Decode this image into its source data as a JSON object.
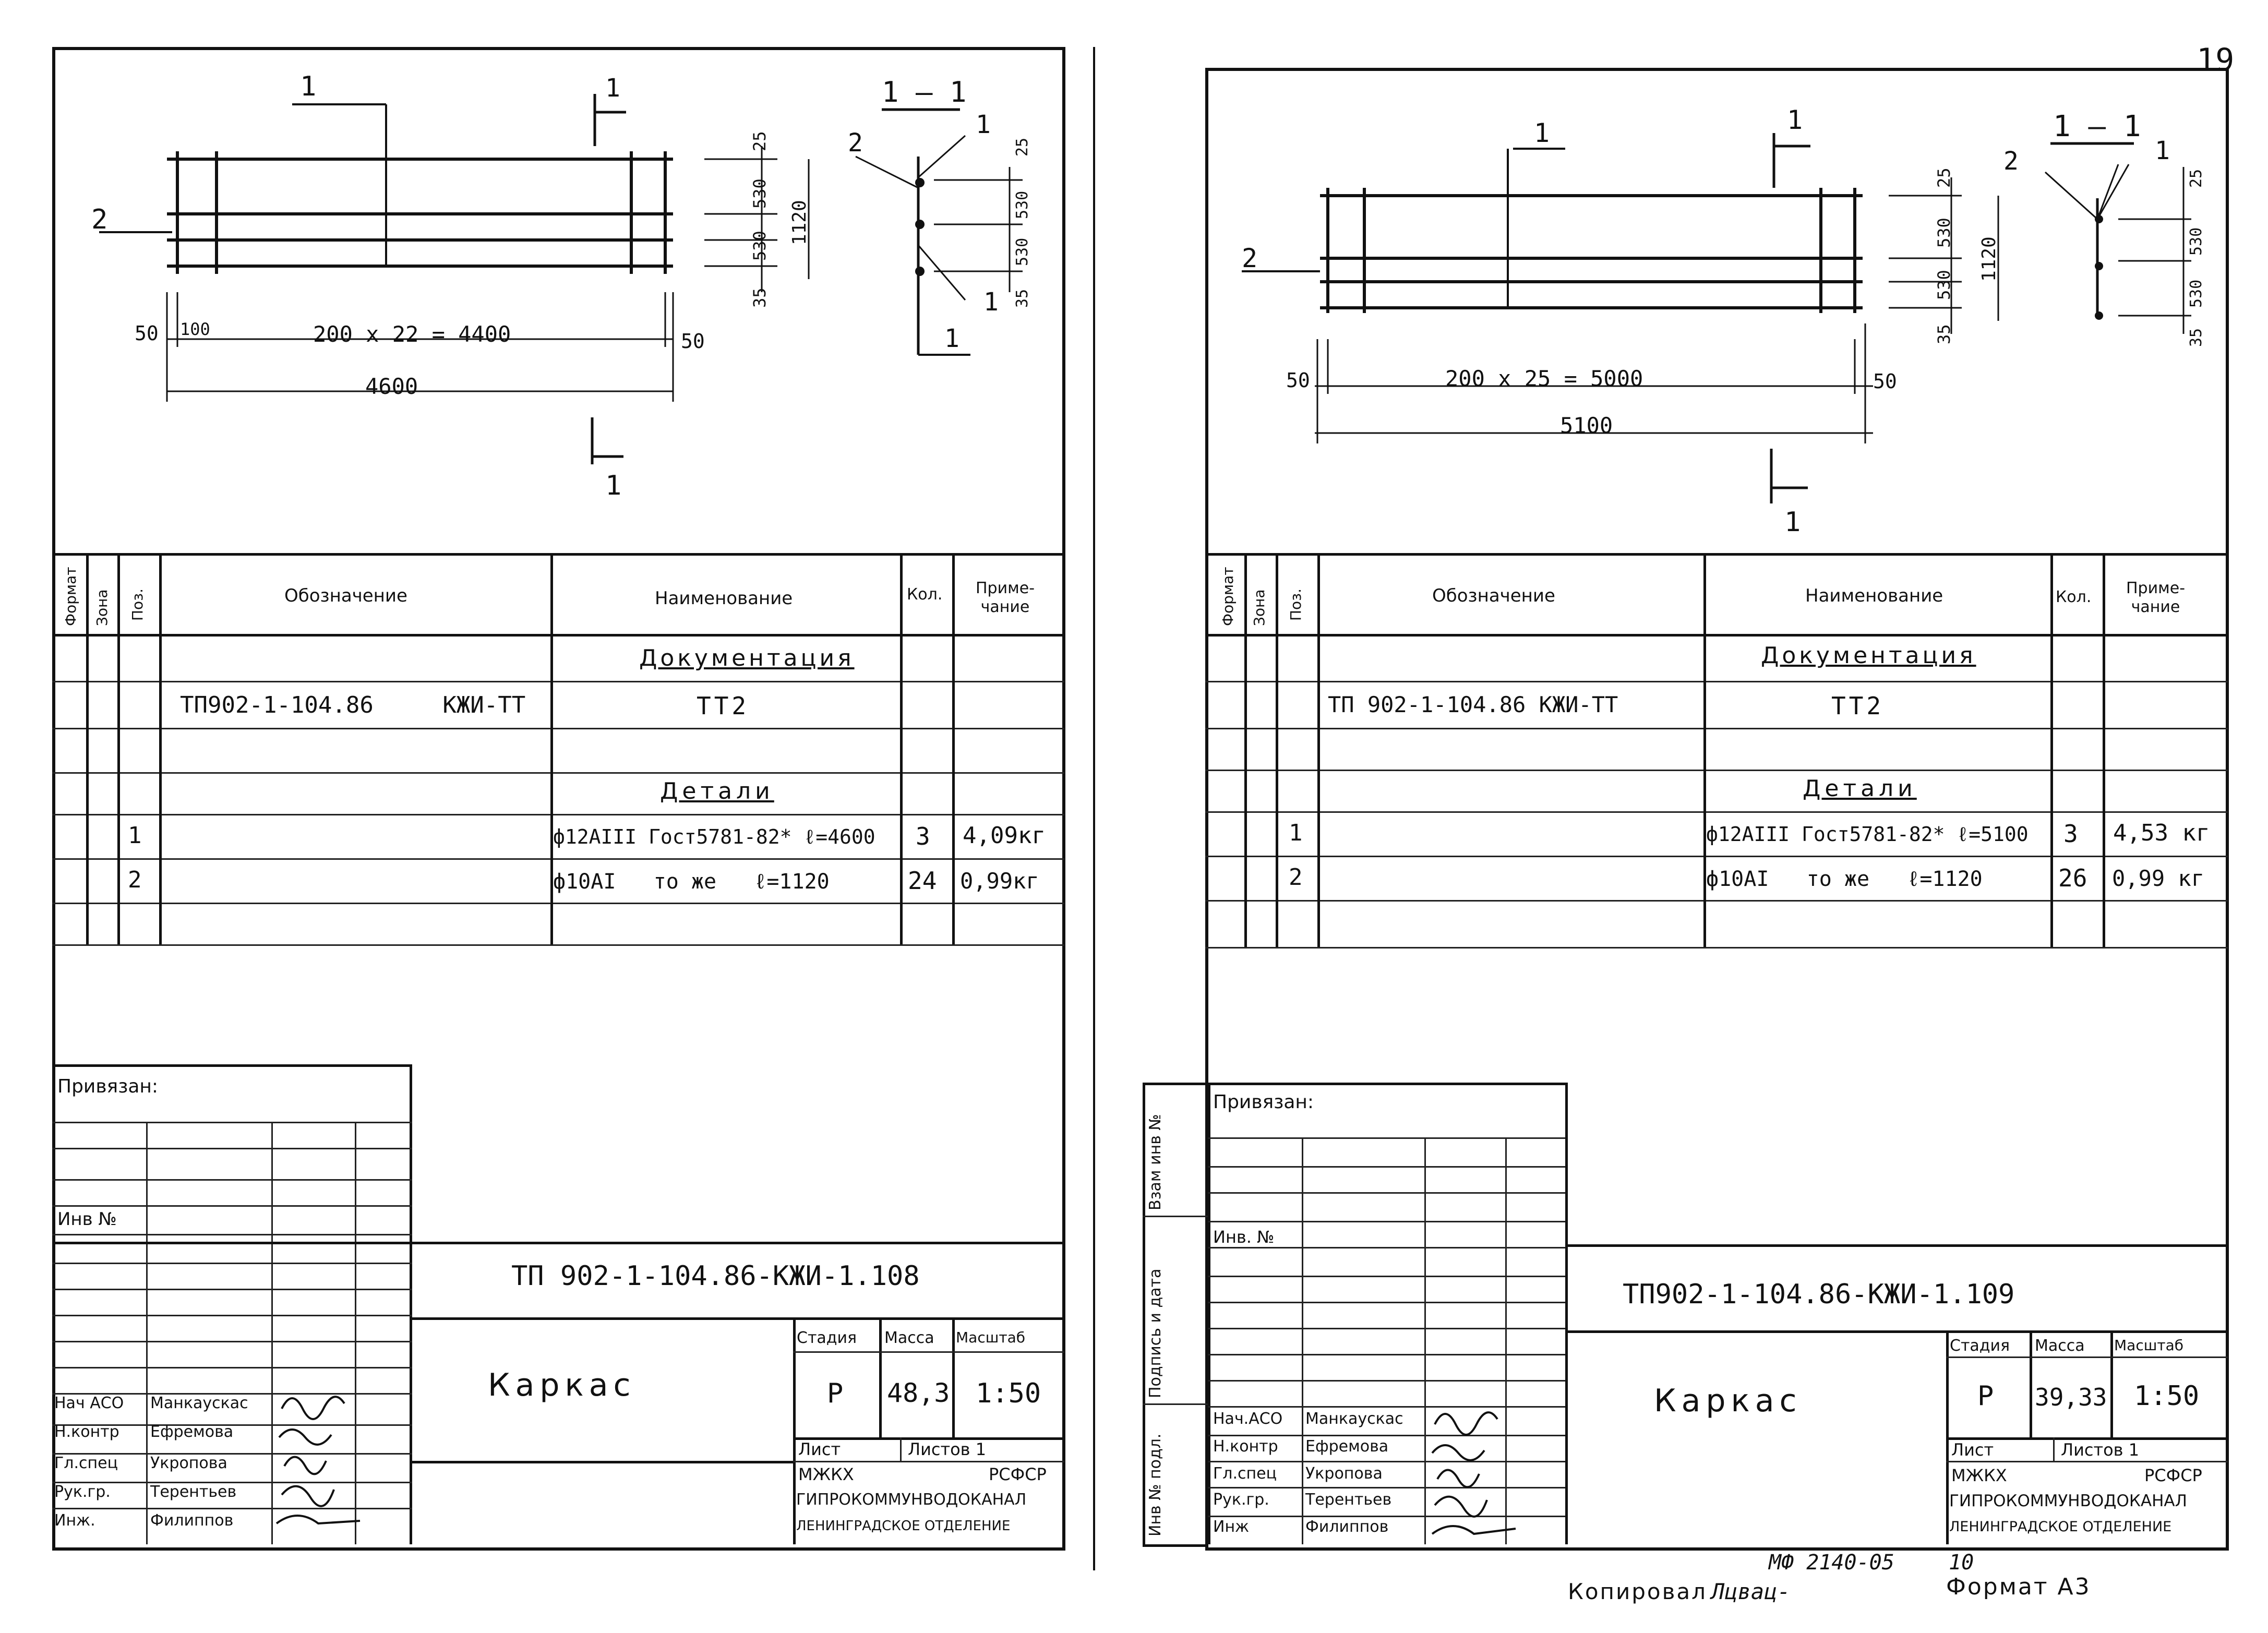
{
  "page_number": "19",
  "left": {
    "drawing": {
      "section_title": "1 — 1",
      "labels": [
        "1",
        "2",
        "1",
        "1",
        "1",
        "2",
        "1",
        "1"
      ],
      "dim_spacing": "200 x 22 = 4400",
      "dim_total": "4600",
      "dim_ends": [
        "50",
        "100",
        "50"
      ],
      "dim_vertical": [
        "25",
        "530",
        "530",
        "35",
        "1120"
      ],
      "dim_section": [
        "25",
        "530",
        "530",
        "35"
      ]
    },
    "spec": {
      "headers": {
        "format": "Формат",
        "zone": "Зона",
        "pos": "Поз.",
        "designation": "Обозначение",
        "name": "Наименование",
        "qty": "Кол.",
        "note": "Приме-\nчание"
      },
      "section_docs": "Документация",
      "doc_designation": "ТП902-1-104.86     КЖИ-ТТ",
      "doc_name": "ТТ2",
      "section_parts": "Детали",
      "rows": [
        {
          "pos": "1",
          "name": "ф12АIII Гост5781-82* ℓ=4600",
          "qty": "3",
          "note": "4,09кг"
        },
        {
          "pos": "2",
          "name": "ф10АI   то же   ℓ=1120",
          "qty": "24",
          "note": "0,99кг"
        }
      ]
    },
    "stamp": {
      "tied": "Привязан:",
      "inv": "Инв №",
      "code": "ТП 902-1-104.86-КЖИ-1.108",
      "title": "Каркас",
      "stage_label": "Стадия",
      "mass_label": "Масса",
      "scale_label": "Масштаб",
      "stage": "Р",
      "mass": "48,3",
      "scale": "1:50",
      "sheet_label": "Лист",
      "sheets_label": "Листов 1",
      "org1": "МЖКХ",
      "org1b": "РСФСР",
      "org2": "ГИПРОКОММУНВОДОКАНАЛ",
      "org3": "ЛЕНИНГРАДСКОЕ ОТДЕЛЕНИЕ",
      "people": [
        {
          "role": "Нач АСО",
          "name": "Манкаускас"
        },
        {
          "role": "Н.контр",
          "name": "Ефремова"
        },
        {
          "role": "Гл.спец",
          "name": "Укропова"
        },
        {
          "role": "Рук.гр.",
          "name": "Терентьев"
        },
        {
          "role": "Инж.",
          "name": "Филиппов"
        }
      ]
    }
  },
  "right": {
    "drawing": {
      "section_title": "1 — 1",
      "labels": [
        "1",
        "2",
        "1",
        "1",
        "1",
        "2",
        "1"
      ],
      "dim_spacing": "200 x 25 = 5000",
      "dim_total": "5100",
      "dim_ends": [
        "50",
        "50"
      ],
      "dim_vertical": [
        "25",
        "530",
        "530",
        "35",
        "1120"
      ],
      "dim_section": [
        "25",
        "530",
        "530",
        "35"
      ]
    },
    "spec": {
      "headers": {
        "format": "Формат",
        "zone": "Зона",
        "pos": "Поз.",
        "designation": "Обозначение",
        "name": "Наименование",
        "qty": "Кол.",
        "note": "Приме-\nчание"
      },
      "section_docs": "Документация",
      "doc_designation": "ТП 902-1-104.86 КЖИ-ТТ",
      "doc_name": "ТТ2",
      "section_parts": "Детали",
      "rows": [
        {
          "pos": "1",
          "name": "ф12АIII Гост5781-82* ℓ=5100",
          "qty": "3",
          "note": "4,53 кг"
        },
        {
          "pos": "2",
          "name": "ф10АI   то же   ℓ=1120",
          "qty": "26",
          "note": "0,99 кг"
        }
      ]
    },
    "stamp": {
      "tied": "Привязан:",
      "inv": "Инв. №",
      "code": "ТП902-1-104.86-КЖИ-1.109",
      "title": "Каркас",
      "stage_label": "Стадия",
      "mass_label": "Масса",
      "scale_label": "Масштаб",
      "stage": "Р",
      "mass": "39,33",
      "scale": "1:50",
      "sheet_label": "Лист",
      "sheets_label": "Листов 1",
      "org1": "МЖКХ",
      "org1b": "РСФСР",
      "org2": "ГИПРОКОММУНВОДОКАНАЛ",
      "org3": "ЛЕНИНГРАДСКОЕ ОТДЕЛЕНИЕ",
      "side_labels": [
        "Инв № подл.",
        "Подпись и дата",
        "Взам инв №"
      ],
      "people": [
        {
          "role": "Нач.АСО",
          "name": "Манкаускас"
        },
        {
          "role": "Н.контр",
          "name": "Ефремова"
        },
        {
          "role": "Гл.спец",
          "name": "Укропова"
        },
        {
          "role": "Рук.гр.",
          "name": "Терентьев"
        },
        {
          "role": "Инж",
          "name": "Филиппов"
        }
      ]
    }
  },
  "footer": {
    "mf": "МФ 2140-05",
    "num": "10",
    "copied": "Копировал",
    "copied_sign": "Лцвац-",
    "format": "Формат А3"
  }
}
